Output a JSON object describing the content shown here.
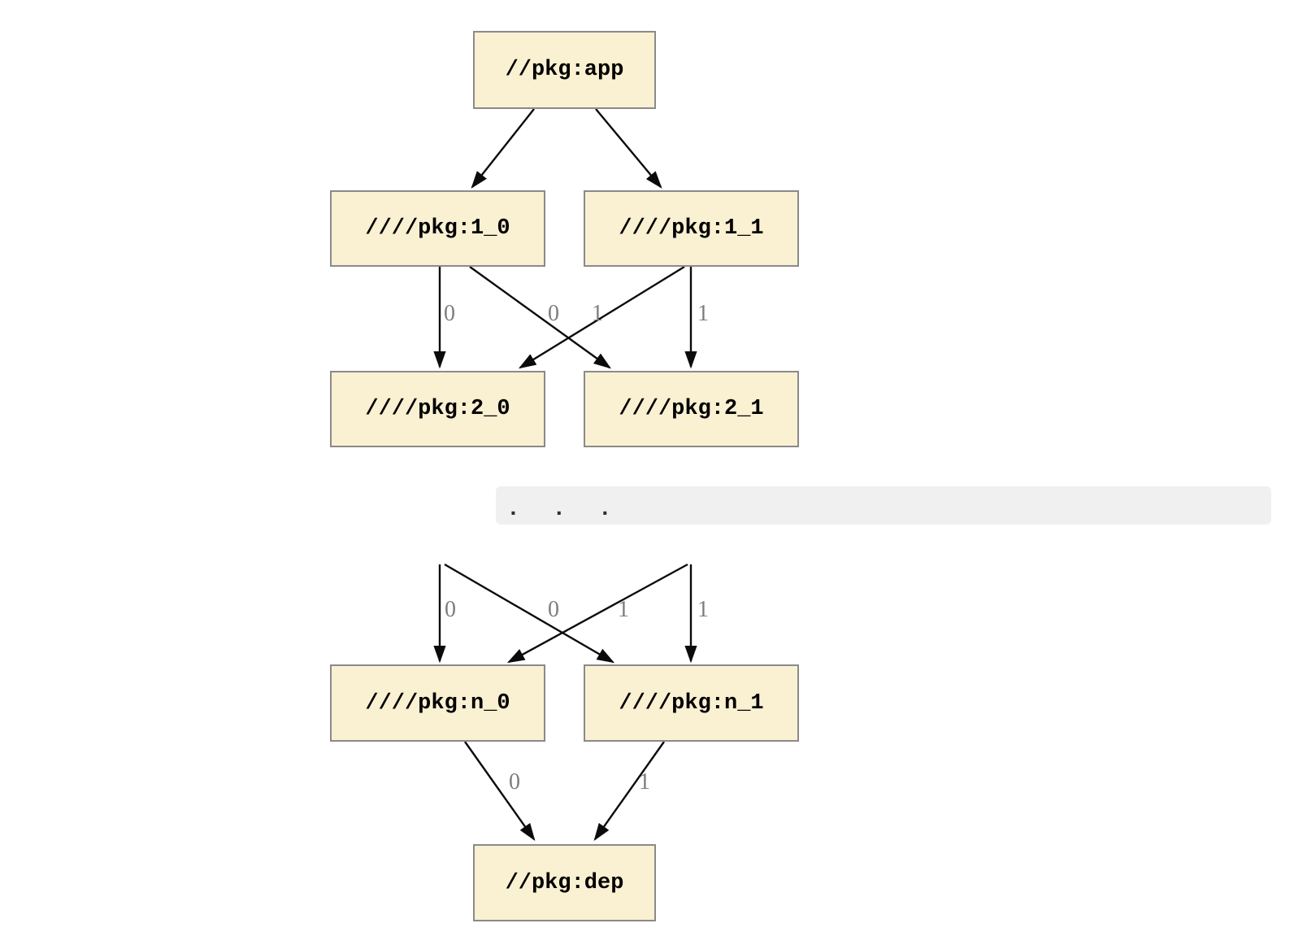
{
  "diagram": {
    "type": "dependency-graph",
    "nodes": {
      "app": {
        "label": "//pkg:app"
      },
      "n1_0": {
        "label": "////pkg:1_0"
      },
      "n1_1": {
        "label": "////pkg:1_1"
      },
      "n2_0": {
        "label": "////pkg:2_0"
      },
      "n2_1": {
        "label": "////pkg:2_1"
      },
      "nn_0": {
        "label": "////pkg:n_0"
      },
      "nn_1": {
        "label": "////pkg:n_1"
      },
      "dep": {
        "label": "//pkg:dep"
      }
    },
    "ellipsis": {
      "text": ".  .  ."
    },
    "edges": [
      {
        "from": "//pkg:app",
        "to": "////pkg:1_0",
        "label": ""
      },
      {
        "from": "//pkg:app",
        "to": "////pkg:1_1",
        "label": ""
      },
      {
        "from": "////pkg:1_0",
        "to": "////pkg:2_0",
        "label": "0"
      },
      {
        "from": "////pkg:1_1",
        "to": "////pkg:2_0",
        "label": "0"
      },
      {
        "from": "////pkg:1_0",
        "to": "////pkg:2_1",
        "label": "1"
      },
      {
        "from": "////pkg:1_1",
        "to": "////pkg:2_1",
        "label": "1"
      },
      {
        "from": ". . .",
        "to": "////pkg:n_0",
        "label": "0"
      },
      {
        "from": ". . .",
        "to": "////pkg:n_0",
        "label": "0"
      },
      {
        "from": ". . .",
        "to": "////pkg:n_1",
        "label": "1"
      },
      {
        "from": ". . .",
        "to": "////pkg:n_1",
        "label": "1"
      },
      {
        "from": "////pkg:n_0",
        "to": "//pkg:dep",
        "label": "0"
      },
      {
        "from": "////pkg:n_1",
        "to": "//pkg:dep",
        "label": "1"
      }
    ],
    "colors": {
      "node_fill": "#faf0d2",
      "node_border": "#8a8a8a",
      "node_text": "#000000",
      "edge": "#0b0b0b",
      "edge_label": "#7d7d7d",
      "ellipsis_bg": "#f0f0f0",
      "ellipsis_text": "#2f2f2f",
      "background": "#ffffff"
    }
  }
}
